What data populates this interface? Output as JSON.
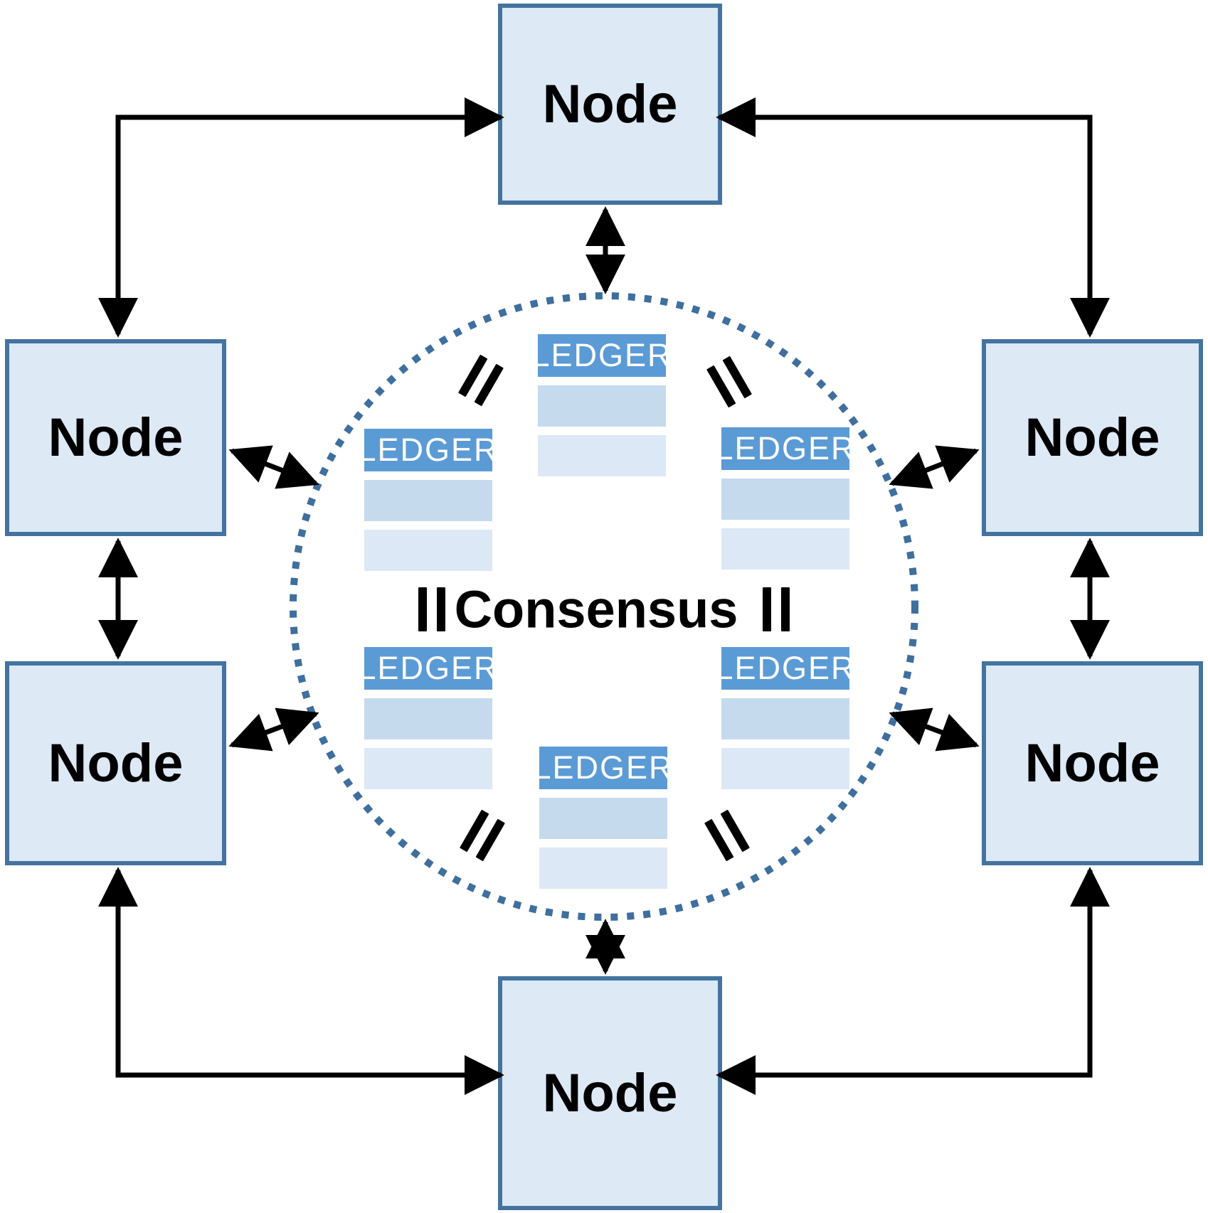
{
  "diagram": {
    "consensus_label": "Consensus",
    "nodes": [
      {
        "id": "top",
        "label": "Node"
      },
      {
        "id": "left-upper",
        "label": "Node"
      },
      {
        "id": "left-lower",
        "label": "Node"
      },
      {
        "id": "right-upper",
        "label": "Node"
      },
      {
        "id": "right-lower",
        "label": "Node"
      },
      {
        "id": "bottom",
        "label": "Node"
      }
    ],
    "ledgers": [
      {
        "position": "top",
        "header": "LEDGER",
        "data_rows": 2
      },
      {
        "position": "inner-left-upper",
        "header": "LEDGER",
        "data_rows": 2
      },
      {
        "position": "inner-right-upper",
        "header": "LEDGER",
        "data_rows": 2
      },
      {
        "position": "inner-left-lower",
        "header": "LEDGER",
        "data_rows": 2
      },
      {
        "position": "inner-right-lower",
        "header": "LEDGER",
        "data_rows": 2
      },
      {
        "position": "bottom",
        "header": "LEDGER",
        "data_rows": 2
      }
    ],
    "icons": {
      "equals-icon": "=",
      "double-headed-arrow-icon": "↔"
    },
    "colors": {
      "node_fill": "#dde9f5",
      "node_border": "#44739f",
      "ledger_header": "#5b9bd5",
      "ledger_row_light": "#c6daee",
      "ledger_row_lighter": "#dce8f5",
      "ledger_text": "#ffffff",
      "circle_dots": "#3e6f9e",
      "arrow": "#000000",
      "text": "#000000",
      "background": "#ffffff"
    }
  }
}
